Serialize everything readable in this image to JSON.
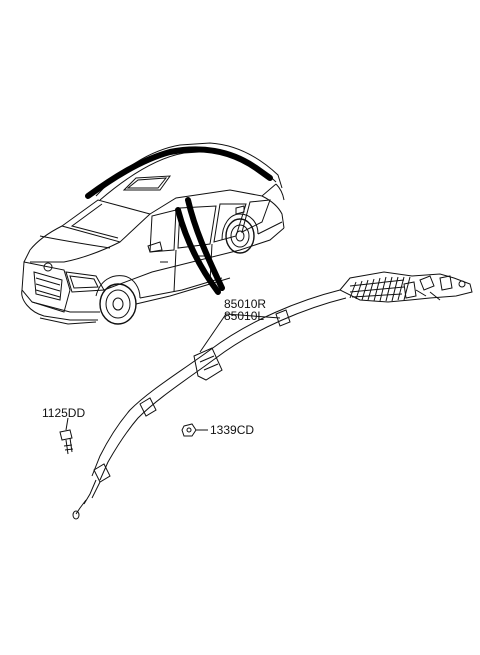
{
  "diagram": {
    "callouts": [
      {
        "id": "airbag-right",
        "text": "85010R"
      },
      {
        "id": "airbag-left",
        "text": "85010L"
      },
      {
        "id": "bolt",
        "text": "1125DD"
      },
      {
        "id": "nut",
        "text": "1339CD"
      }
    ]
  }
}
